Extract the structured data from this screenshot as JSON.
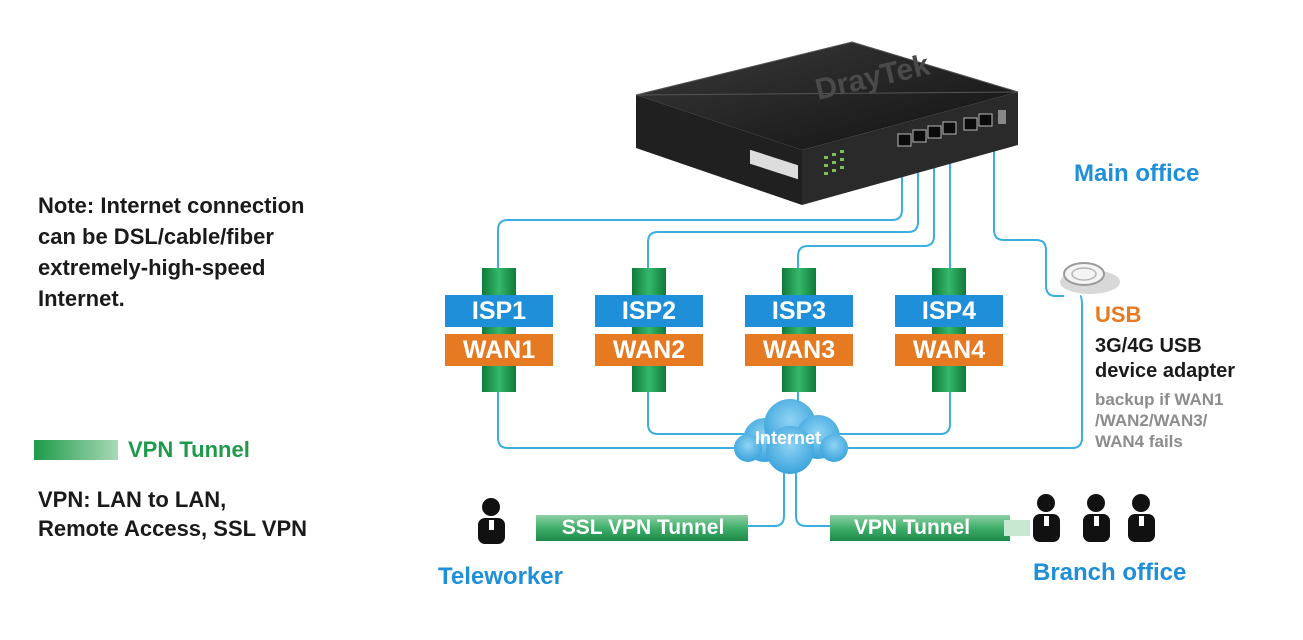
{
  "note": {
    "lines": [
      "Note: Internet connection",
      "can be DSL/cable/fiber",
      "extremely-high-speed",
      "Internet."
    ]
  },
  "legend": {
    "label": "VPN Tunnel"
  },
  "vpn_note": {
    "lines": [
      "VPN: LAN to LAN,",
      "Remote Access, SSL VPN"
    ]
  },
  "main_office": "Main office",
  "router": {
    "brand": "DrayTek"
  },
  "isps": [
    {
      "isp": "ISP1",
      "wan": "WAN1"
    },
    {
      "isp": "ISP2",
      "wan": "WAN2"
    },
    {
      "isp": "ISP3",
      "wan": "WAN3"
    },
    {
      "isp": "ISP4",
      "wan": "WAN4"
    }
  ],
  "usb": {
    "title": "USB",
    "desc": [
      "3G/4G USB",
      "device adapter"
    ],
    "backup": [
      "backup if WAN1",
      "/WAN2/WAN3/",
      "WAN4 fails"
    ]
  },
  "internet": "Internet",
  "tunnels": {
    "ssl": "SSL VPN Tunnel",
    "vpn": "VPN Tunnel"
  },
  "teleworker": "Teleworker",
  "branch_office": "Branch office",
  "colors": {
    "blue": "#1e8fd8",
    "orange": "#e57a22",
    "green": "#1f9a4a",
    "line": "#3aaee0"
  }
}
